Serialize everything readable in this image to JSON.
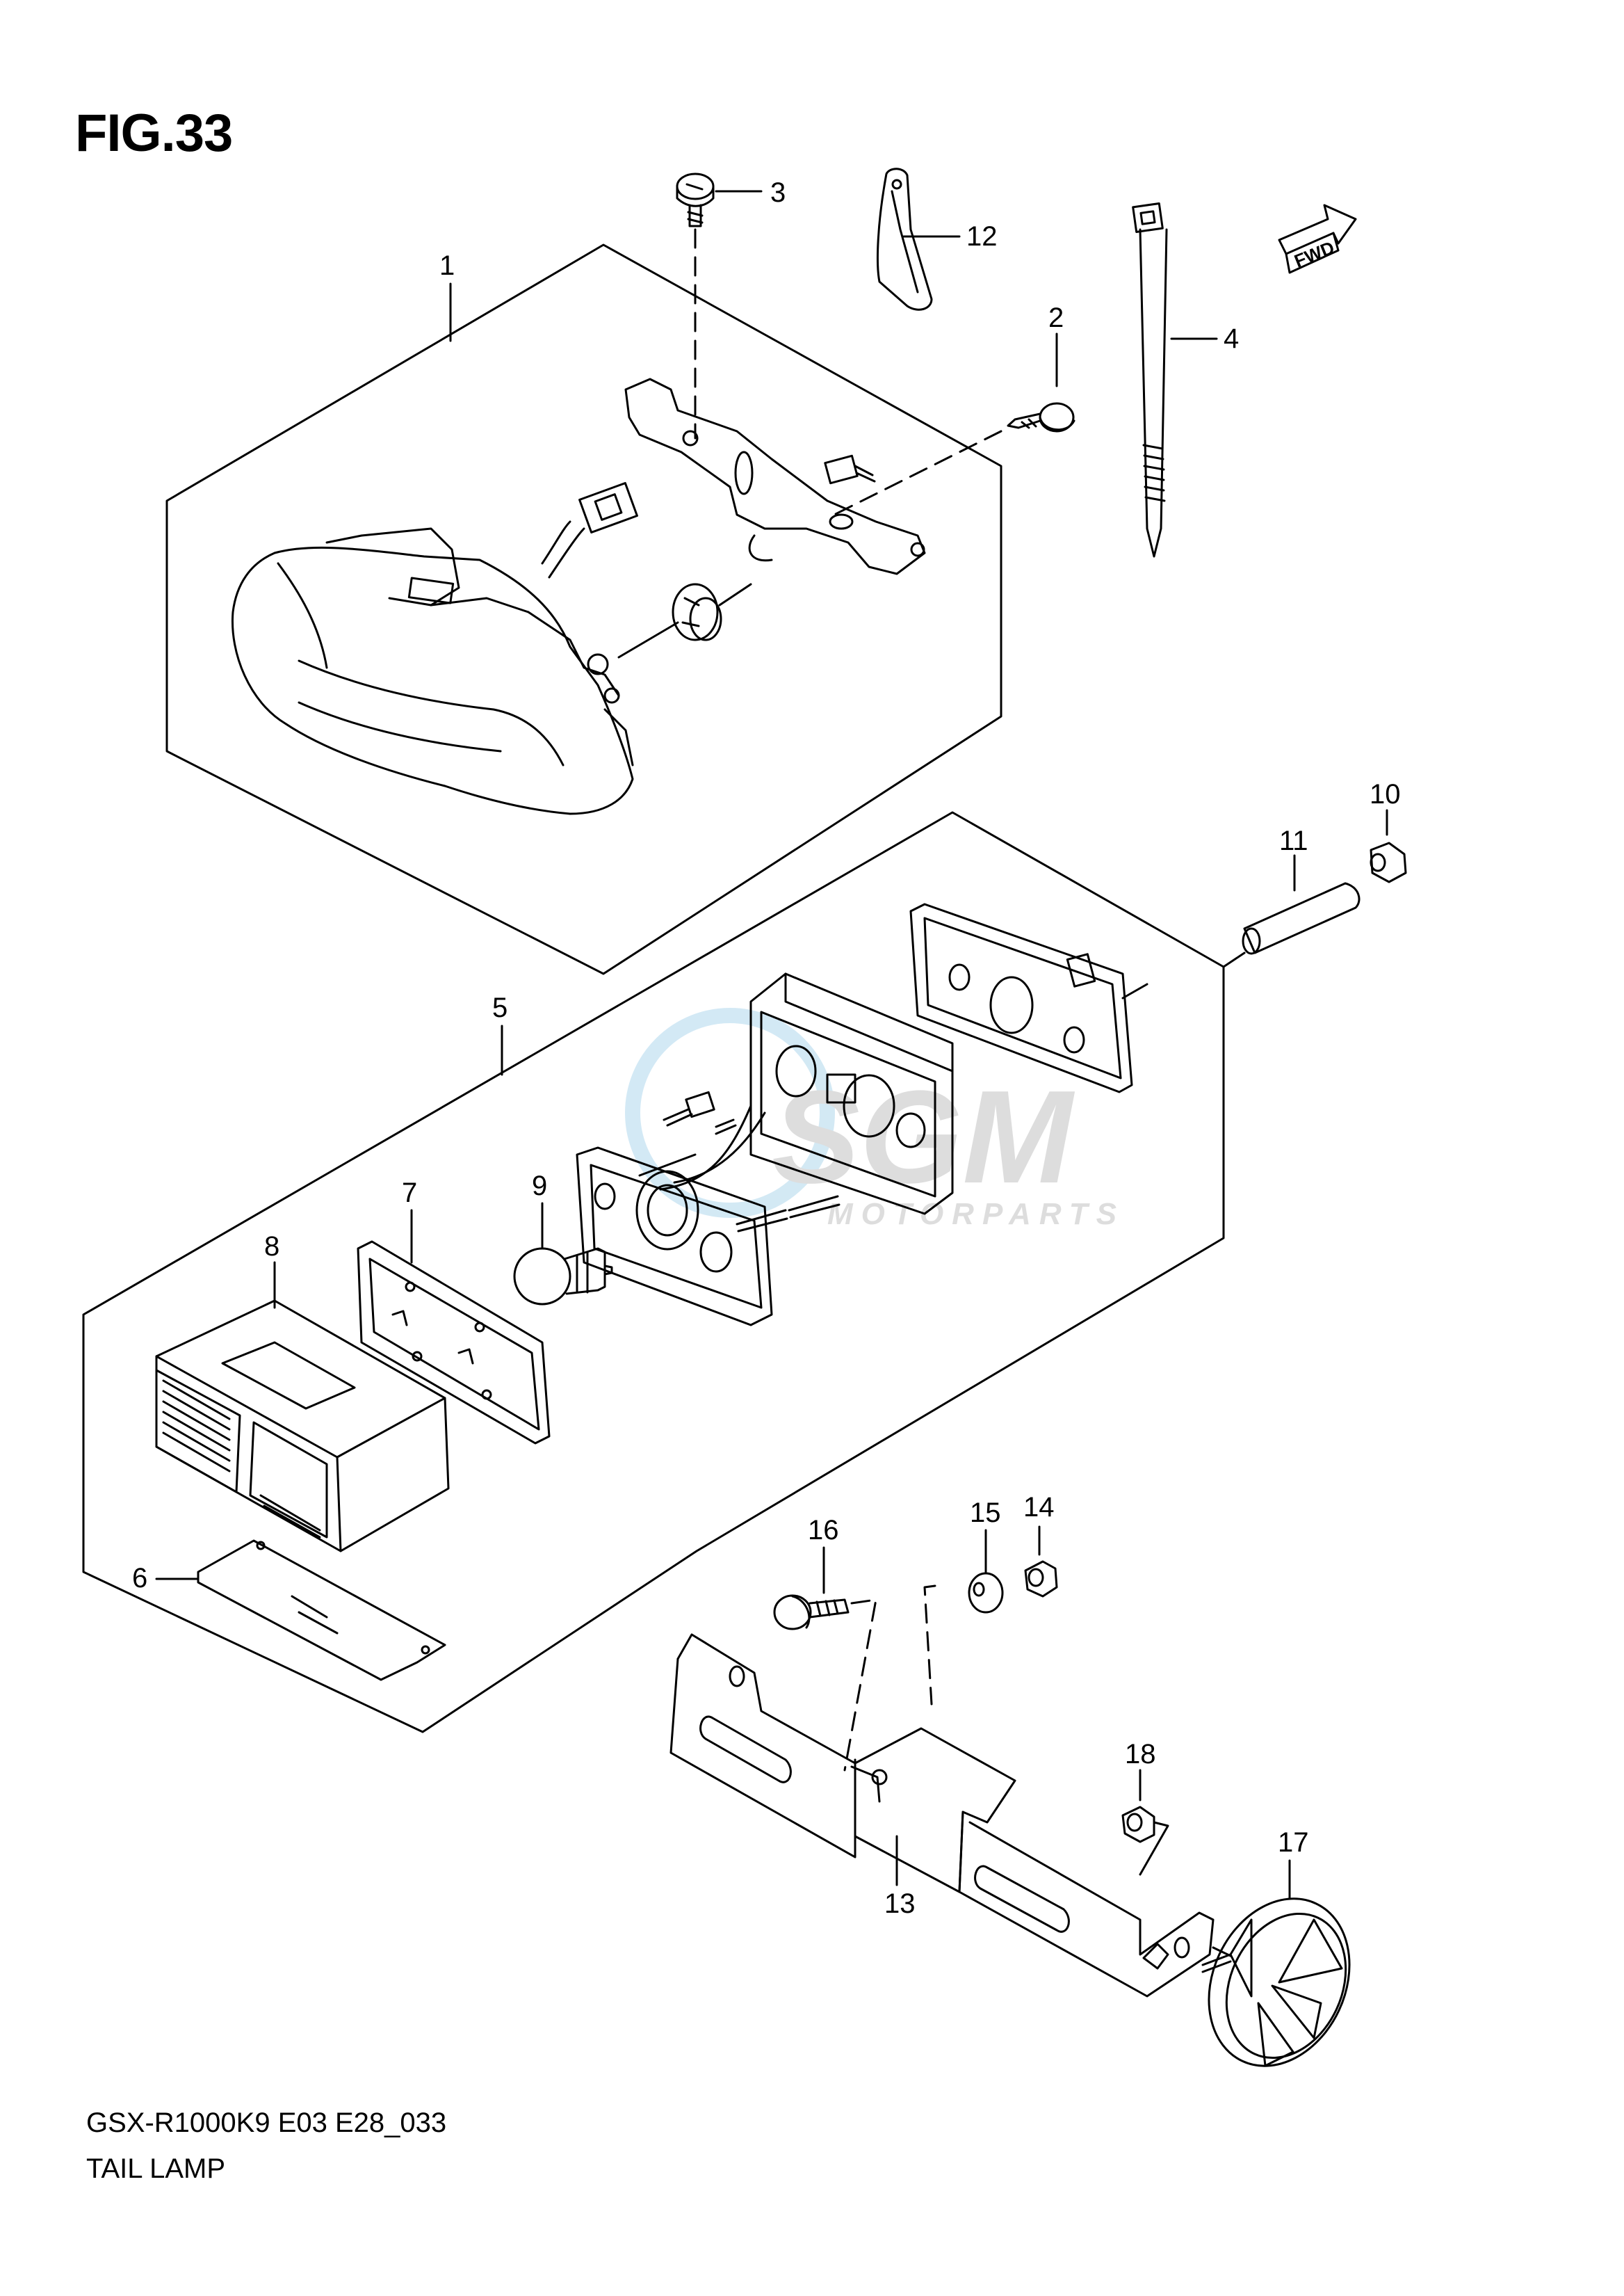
{
  "figure": {
    "title": "FIG.33",
    "model_code": "GSX-R1000K9 E03 E28_033",
    "caption": "TAIL LAMP"
  },
  "direction_badge": "FWD",
  "watermark": {
    "text": "SGM",
    "subtext": "MOTORPARTS"
  },
  "callouts": [
    {
      "id": 1,
      "label": "1"
    },
    {
      "id": 2,
      "label": "2"
    },
    {
      "id": 3,
      "label": "3"
    },
    {
      "id": 4,
      "label": "4"
    },
    {
      "id": 5,
      "label": "5"
    },
    {
      "id": 6,
      "label": "6"
    },
    {
      "id": 7,
      "label": "7"
    },
    {
      "id": 8,
      "label": "8"
    },
    {
      "id": 9,
      "label": "9"
    },
    {
      "id": 10,
      "label": "10"
    },
    {
      "id": 11,
      "label": "11"
    },
    {
      "id": 12,
      "label": "12"
    },
    {
      "id": 13,
      "label": "13"
    },
    {
      "id": 14,
      "label": "14"
    },
    {
      "id": 15,
      "label": "15"
    },
    {
      "id": 16,
      "label": "16"
    },
    {
      "id": 17,
      "label": "17"
    },
    {
      "id": 18,
      "label": "18"
    }
  ],
  "colors": {
    "line": "#000000",
    "background": "#ffffff",
    "watermark": "#9ecfe8"
  }
}
